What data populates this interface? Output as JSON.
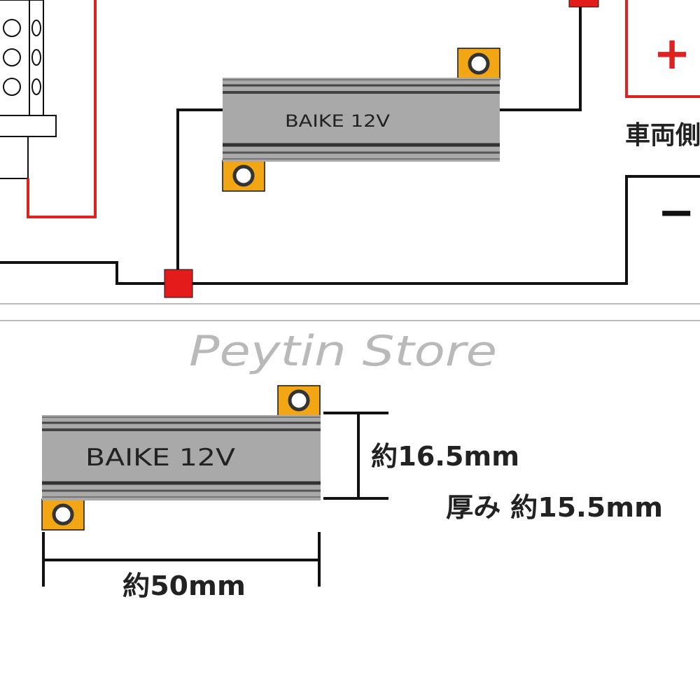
{
  "top_diagram": {
    "resistor_label": "BAIKE 12V",
    "plus_symbol": "+",
    "minus_symbol": "−",
    "vehicle_side_label": "車両側"
  },
  "watermark": "Peytin Store",
  "dimension_diagram": {
    "resistor_label": "BAIKE 12V",
    "height_label": "約16.5mm",
    "thickness_label": "厚み 約15.5mm",
    "width_label": "約50mm"
  },
  "colors": {
    "wire_black": "#111111",
    "wire_red": "#dd2222",
    "connector_red": "#e31b1b",
    "resistor_body": "#a9a9a9",
    "terminal_orange": "#f2a614",
    "watermark": "#b9b9b9"
  }
}
